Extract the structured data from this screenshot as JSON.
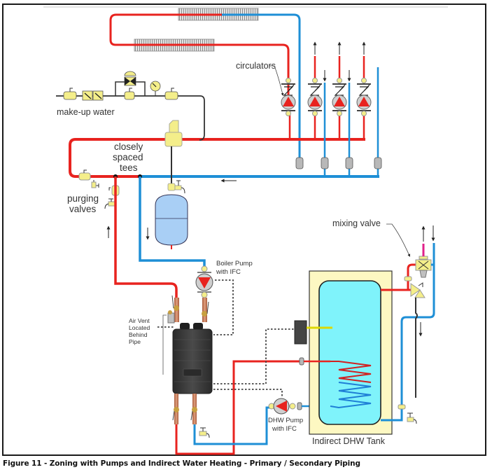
{
  "figure": {
    "caption": "Figure 11 - Zoning with Pumps and Indirect Water Heating - Primary / Secondary Piping"
  },
  "labels": {
    "circulators": "circulators",
    "make_up_water": "make-up water",
    "closely_spaced_tees": [
      "closely",
      "spaced",
      "tees"
    ],
    "purging_valves": [
      "purging",
      "valves"
    ],
    "boiler_pump": [
      "Boiler Pump",
      "with IFC"
    ],
    "air_vent": [
      "Air Vent",
      "Located",
      "Behind",
      "Pipe"
    ],
    "mixing_valve": "mixing valve",
    "dhw_pump": [
      "DHW Pump",
      "with IFC"
    ],
    "tank": "Indirect DHW Tank"
  },
  "colors": {
    "supply_pipe": "#e8231f",
    "return_pipe": "#1e8fd6",
    "cold_line": "#333333",
    "valve_yellow": "#f4ee8a",
    "tank_jacket": "#fdf8c2",
    "tank_water": "#7ff3fb",
    "expansion_tank": "#a9cff5",
    "boiler_body": "#3a3a3a",
    "hot_outlet": "#e0208a"
  },
  "zones": {
    "circulator_count": 4,
    "baseboard_emitters": 2
  }
}
